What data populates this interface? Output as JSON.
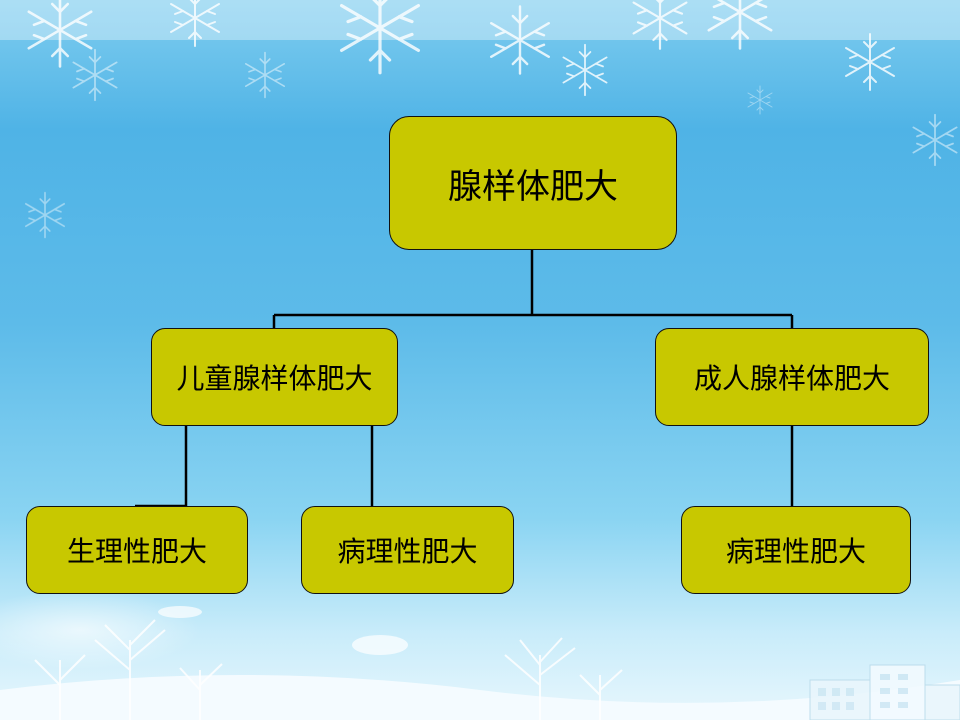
{
  "diagram": {
    "root": {
      "label": "腺样体肥大"
    },
    "children": [
      {
        "label": "儿童腺样体肥大",
        "children": [
          {
            "label": "生理性肥大"
          },
          {
            "label": "病理性肥大"
          }
        ]
      },
      {
        "label": "成人腺样体肥大",
        "children": [
          {
            "label": "病理性肥大"
          }
        ]
      }
    ]
  },
  "colors": {
    "node_fill": "#c8c800",
    "node_border": "#111111",
    "connector": "#000000",
    "background_top": "#4fb3e6",
    "background_bottom": "#e8f7fd"
  }
}
